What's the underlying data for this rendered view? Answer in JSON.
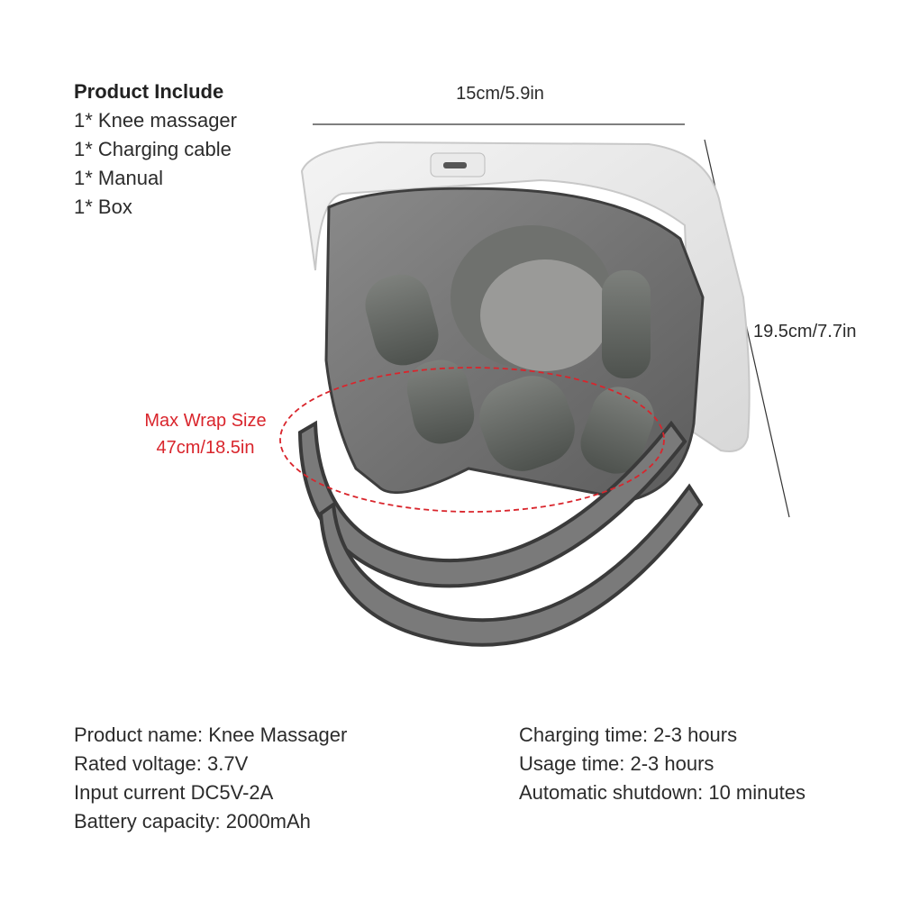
{
  "product_include": {
    "title": "Product Include",
    "items": [
      "1* Knee massager",
      "1* Charging cable",
      "1* Manual",
      "1* Box"
    ]
  },
  "dimensions": {
    "width": "15cm/5.9in",
    "height": "19.5cm/7.7in"
  },
  "wrap": {
    "label_line1": "Max Wrap Size",
    "label_line2": "47cm/18.5in",
    "color": "#d9252c"
  },
  "specs": {
    "left": [
      "Product name: Knee Massager",
      "Rated voltage: 3.7V",
      "Input current DC5V-2A",
      "Battery capacity: 2000mAh"
    ],
    "right": [
      "Charging time: 2-3 hours",
      "Usage time: 2-3 hours",
      "Automatic shutdown: 10 minutes"
    ]
  }
}
